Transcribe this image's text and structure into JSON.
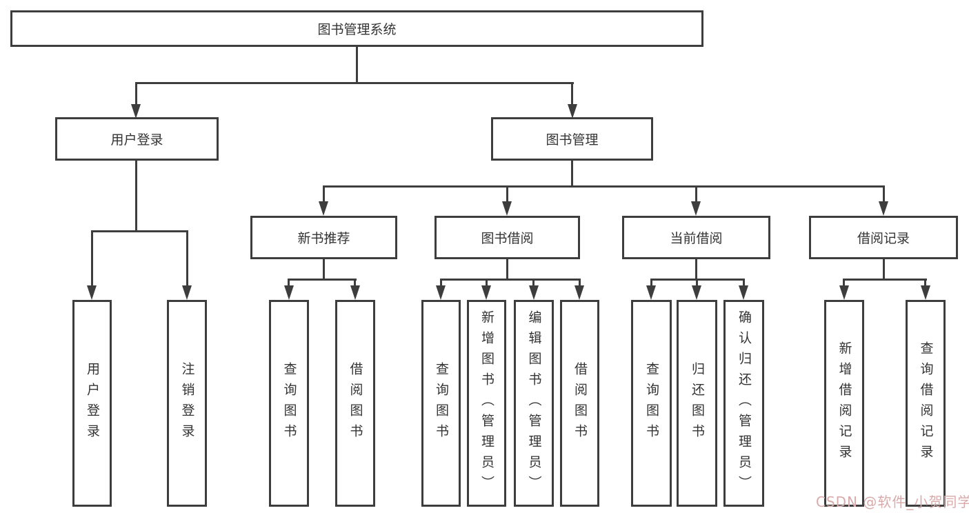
{
  "colors": {
    "background": "#ffffff",
    "box_border": "#3d3d3d",
    "connector_line": "#3d3d3d",
    "text": "#333333",
    "watermark": "#d9aaaa"
  },
  "diagram": {
    "root": {
      "label": "图书管理系统"
    },
    "branches": [
      {
        "label": "用户登录",
        "children": [
          {
            "label": "用户登录"
          },
          {
            "label": "注销登录"
          }
        ]
      },
      {
        "label": "图书管理",
        "children": [
          {
            "label": "新书推荐",
            "children": [
              {
                "label": "查询图书"
              },
              {
                "label": "借阅图书"
              }
            ]
          },
          {
            "label": "图书借阅",
            "children": [
              {
                "label": "查询图书"
              },
              {
                "label": "新增图书（管理员）"
              },
              {
                "label": "编辑图书（管理员）"
              },
              {
                "label": "借阅图书"
              }
            ]
          },
          {
            "label": "当前借阅",
            "children": [
              {
                "label": "查询图书"
              },
              {
                "label": "归还图书"
              },
              {
                "label": "确认归还（管理员）"
              }
            ]
          },
          {
            "label": "借阅记录",
            "children": [
              {
                "label": "新增借阅记录"
              },
              {
                "label": "查询借阅记录"
              }
            ]
          }
        ]
      }
    ]
  },
  "watermark": {
    "text": "CSDN @软件_小贺同学"
  }
}
